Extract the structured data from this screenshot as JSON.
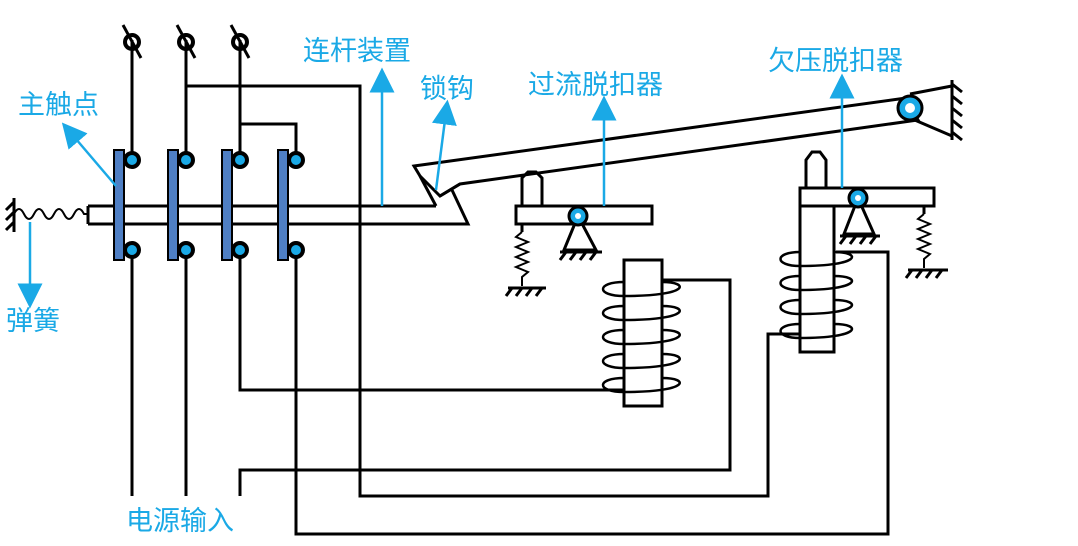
{
  "labels": {
    "main_contact": "主触点",
    "linkage": "连杆装置",
    "latch": "锁钩",
    "overcurrent_release": "过流脱扣器",
    "undervoltage_release": "欠压脱扣器",
    "spring": "弹簧",
    "power_input": "电源输入"
  },
  "colors": {
    "line": "#000000",
    "label": "#1aa9e6",
    "contact_bar": "#4f7fc4",
    "pivot_fill": "#1aa9e6"
  }
}
